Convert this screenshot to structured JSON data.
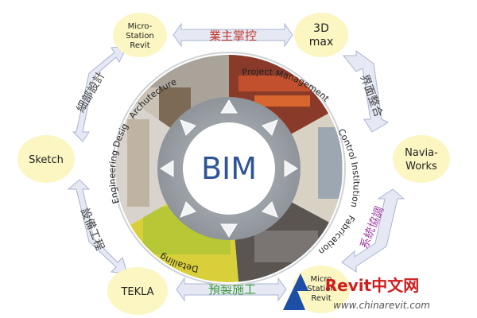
{
  "center": {
    "label": "BIM"
  },
  "wheel_labels": {
    "architecture": "Archutecture",
    "project_management": "Project Management",
    "control_institution": "Control Institution",
    "fabrication": "Fabrication",
    "detailing": "Detailing",
    "engineering_design": "Engineering Design"
  },
  "nodes": {
    "microstation_top": [
      "Micro-",
      "Station",
      "Revit"
    ],
    "max_3d": [
      "3D",
      "max"
    ],
    "navia_works": [
      "Navia-",
      "Works"
    ],
    "microstation_bottom": [
      "Micro",
      "Station",
      "Revit"
    ],
    "tekla": "TEKLA",
    "sketch": "Sketch"
  },
  "arrow_labels": {
    "top": "業主掌控",
    "right_upper": "界面整合",
    "right_lower": "系統協調",
    "bottom": "預製施工",
    "left_lower": "設備工程",
    "left_upper": "細部設計"
  },
  "watermark": {
    "brand": "Revit中文网",
    "url": "www.chinarevit.com"
  },
  "colors": {
    "node_fill": "#fbf6c2",
    "arrow_fill": "#e6e9f4",
    "arrow_stroke": "#a9b3d3",
    "top_text": "#c0392b",
    "right_lower_text": "#9b3aa0",
    "bottom_text": "#3a9a3a",
    "watermark_red": "#cf1d1d",
    "watermark_logo": "#1c4fa5"
  }
}
